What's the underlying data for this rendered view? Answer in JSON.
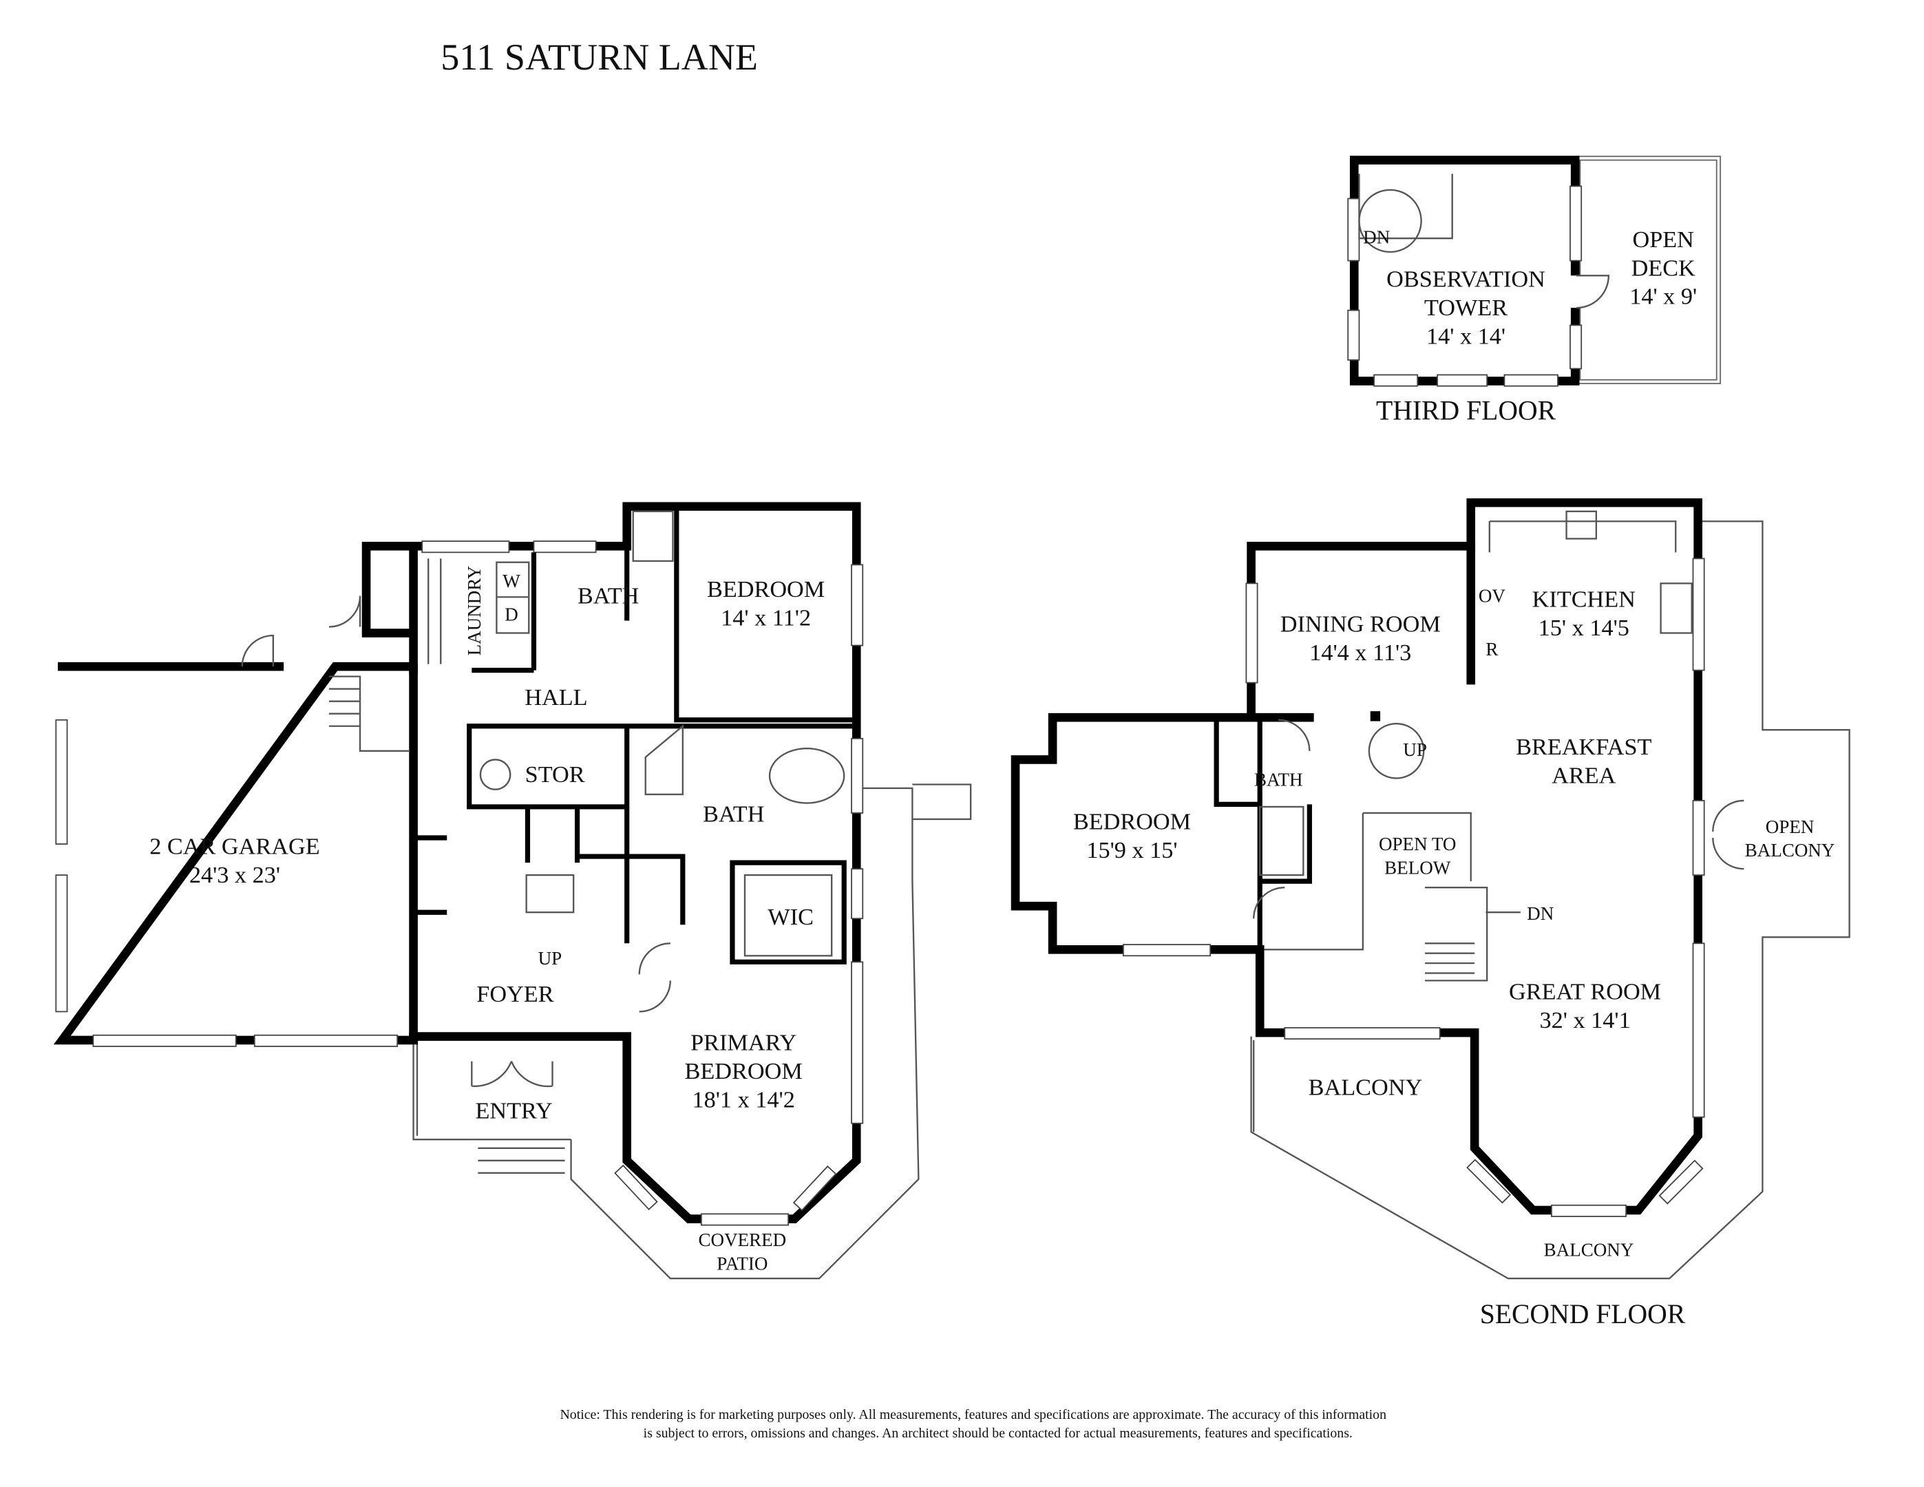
{
  "title": "511 SATURN LANE",
  "third_floor": {
    "label": "THIRD FLOOR",
    "rooms": [
      {
        "name": "OBSERVATION",
        "name2": "TOWER",
        "size": "14' x 14'"
      },
      {
        "name": "OPEN",
        "name2": "DECK",
        "size": "14' x 9'"
      }
    ],
    "stair_label": "DN"
  },
  "first_floor": {
    "rooms": {
      "garage": {
        "name": "2 CAR GARAGE",
        "size": "24'3 x 23'"
      },
      "laundry": {
        "name": "LAUNDRY"
      },
      "washer": "W",
      "dryer": "D",
      "bath1": {
        "name": "BATH"
      },
      "bedroom": {
        "name": "BEDROOM",
        "size": "14' x 11'2"
      },
      "hall": {
        "name": "HALL"
      },
      "stor": {
        "name": "STOR"
      },
      "bath2": {
        "name": "BATH"
      },
      "wic": {
        "name": "WIC"
      },
      "foyer": {
        "name": "FOYER"
      },
      "up": "UP",
      "primary": {
        "name": "PRIMARY",
        "name2": "BEDROOM",
        "size": "18'1 x 14'2"
      },
      "entry": {
        "name": "ENTRY"
      },
      "patio": {
        "name": "COVERED",
        "name2": "PATIO"
      }
    }
  },
  "second_floor": {
    "label": "SECOND FLOOR",
    "rooms": {
      "dining": {
        "name": "DINING ROOM",
        "size": "14'4 x 11'3"
      },
      "kitchen": {
        "name": "KITCHEN",
        "size": "15' x 14'5"
      },
      "oven": "OV",
      "fridge": "R",
      "breakfast": {
        "name": "BREAKFAST",
        "name2": "AREA"
      },
      "up": "UP",
      "bath": {
        "name": "BATH"
      },
      "bedroom": {
        "name": "BEDROOM",
        "size": "15'9 x 15'"
      },
      "open_below": {
        "name": "OPEN TO",
        "name2": "BELOW"
      },
      "dn": "DN",
      "open_balcony": {
        "name": "OPEN",
        "name2": "BALCONY"
      },
      "great_room": {
        "name": "GREAT ROOM",
        "size": "32' x 14'1"
      },
      "balcony1": {
        "name": "BALCONY"
      },
      "balcony2": {
        "name": "BALCONY"
      }
    }
  },
  "notice": {
    "line1": "Notice: This rendering is for marketing purposes only. All measurements, features and specifications are approximate. The accuracy of this information",
    "line2": "is subject to errors, omissions and changes. An architect should be contacted for actual measurements, features and specifications."
  }
}
